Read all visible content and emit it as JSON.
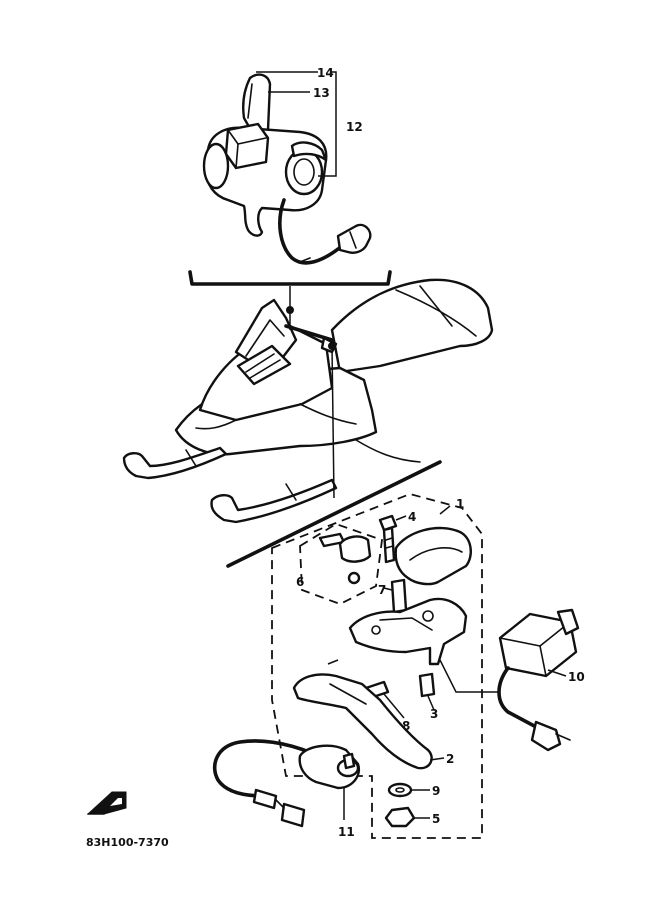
{
  "callouts": {
    "c1": "1",
    "c2": "2",
    "c3": "3",
    "c4": "4",
    "c5": "5",
    "c6": "6",
    "c7": "7",
    "c8": "8",
    "c9": "9",
    "c10": "10",
    "c11": "11",
    "c12": "12",
    "c13": "13",
    "c14": "14"
  },
  "diagram_code": "83H100-7370",
  "icons": {
    "direction_marker": "front-direction-icon"
  }
}
